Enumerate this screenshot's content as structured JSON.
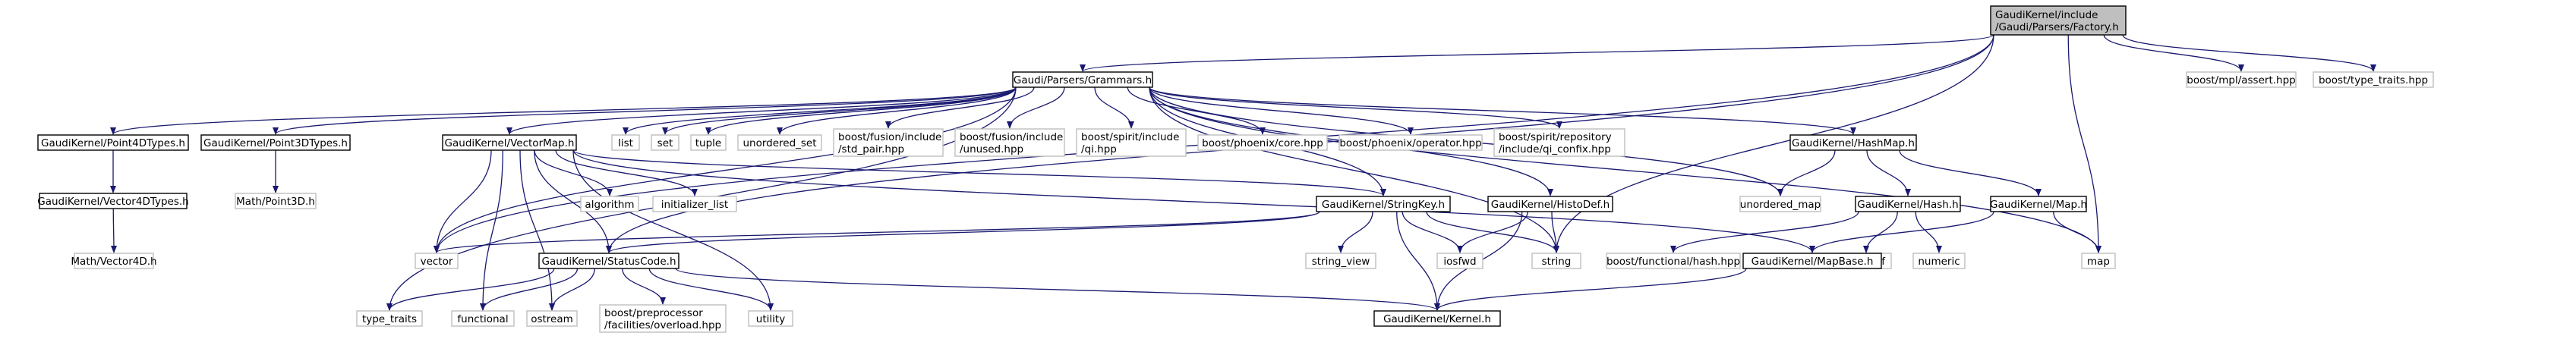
{
  "colors": {
    "edge": "#191970",
    "root_fill": "#bfbfbf",
    "internal_stroke": "#000000",
    "external_stroke": "#bfbfbf",
    "background": "#ffffff"
  },
  "nodes": [
    {
      "id": "factory",
      "kind": "root",
      "lines": [
        "GaudiKernel/include",
        "/Gaudi/Parsers/Factory.h"
      ]
    },
    {
      "id": "grammars",
      "kind": "internal",
      "lines": [
        "Gaudi/Parsers/Grammars.h"
      ]
    },
    {
      "id": "mpl_assert",
      "kind": "external",
      "lines": [
        "boost/mpl/assert.hpp"
      ]
    },
    {
      "id": "type_traits_hpp",
      "kind": "external",
      "lines": [
        "boost/type_traits.hpp"
      ]
    },
    {
      "id": "point4d",
      "kind": "internal",
      "lines": [
        "GaudiKernel/Point4DTypes.h"
      ]
    },
    {
      "id": "vector4d_types",
      "kind": "internal",
      "lines": [
        "GaudiKernel/Vector4DTypes.h"
      ]
    },
    {
      "id": "math_vector4d",
      "kind": "external",
      "lines": [
        "Math/Vector4D.h"
      ]
    },
    {
      "id": "point3d",
      "kind": "internal",
      "lines": [
        "GaudiKernel/Point3DTypes.h"
      ]
    },
    {
      "id": "math_point3d",
      "kind": "external",
      "lines": [
        "Math/Point3D.h"
      ]
    },
    {
      "id": "vectormap",
      "kind": "internal",
      "lines": [
        "GaudiKernel/VectorMap.h"
      ]
    },
    {
      "id": "list",
      "kind": "external",
      "lines": [
        "list"
      ]
    },
    {
      "id": "set",
      "kind": "external",
      "lines": [
        "set"
      ]
    },
    {
      "id": "tuple",
      "kind": "external",
      "lines": [
        "tuple"
      ]
    },
    {
      "id": "unordered_set",
      "kind": "external",
      "lines": [
        "unordered_set"
      ]
    },
    {
      "id": "fusion_pair",
      "kind": "external",
      "lines": [
        "boost/fusion/include",
        "/std_pair.hpp"
      ]
    },
    {
      "id": "fusion_unused",
      "kind": "external",
      "lines": [
        "boost/fusion/include",
        "/unused.hpp"
      ]
    },
    {
      "id": "spirit_qi",
      "kind": "external",
      "lines": [
        "boost/spirit/include",
        "/qi.hpp"
      ]
    },
    {
      "id": "phoenix_core",
      "kind": "external",
      "lines": [
        "boost/phoenix/core.hpp"
      ]
    },
    {
      "id": "phoenix_operator",
      "kind": "external",
      "lines": [
        "boost/phoenix/operator.hpp"
      ]
    },
    {
      "id": "spirit_repo",
      "kind": "external",
      "lines": [
        "boost/spirit/repository",
        "/include/qi_confix.hpp"
      ]
    },
    {
      "id": "hashmap",
      "kind": "internal",
      "lines": [
        "GaudiKernel/HashMap.h"
      ]
    },
    {
      "id": "algorithm",
      "kind": "external",
      "lines": [
        "algorithm"
      ]
    },
    {
      "id": "initializer_list",
      "kind": "external",
      "lines": [
        "initializer_list"
      ]
    },
    {
      "id": "stringkey",
      "kind": "internal",
      "lines": [
        "GaudiKernel/StringKey.h"
      ]
    },
    {
      "id": "histodef",
      "kind": "internal",
      "lines": [
        "GaudiKernel/HistoDef.h"
      ]
    },
    {
      "id": "unordered_map",
      "kind": "external",
      "lines": [
        "unordered_map"
      ]
    },
    {
      "id": "hash",
      "kind": "internal",
      "lines": [
        "GaudiKernel/Hash.h"
      ]
    },
    {
      "id": "gk_map",
      "kind": "internal",
      "lines": [
        "GaudiKernel/Map.h"
      ]
    },
    {
      "id": "vector",
      "kind": "external",
      "lines": [
        "vector"
      ]
    },
    {
      "id": "statuscode",
      "kind": "internal",
      "lines": [
        "GaudiKernel/StatusCode.h"
      ]
    },
    {
      "id": "string_view",
      "kind": "external",
      "lines": [
        "string_view"
      ]
    },
    {
      "id": "iosfwd",
      "kind": "external",
      "lines": [
        "iosfwd"
      ]
    },
    {
      "id": "string",
      "kind": "external",
      "lines": [
        "string"
      ]
    },
    {
      "id": "functional_hash",
      "kind": "external",
      "lines": [
        "boost/functional/hash.hpp"
      ]
    },
    {
      "id": "cstddef",
      "kind": "external",
      "lines": [
        "cstddef"
      ]
    },
    {
      "id": "numeric",
      "kind": "external",
      "lines": [
        "numeric"
      ]
    },
    {
      "id": "mapbase",
      "kind": "internal",
      "lines": [
        "GaudiKernel/MapBase.h"
      ]
    },
    {
      "id": "map",
      "kind": "external",
      "lines": [
        "map"
      ]
    },
    {
      "id": "type_traits",
      "kind": "external",
      "lines": [
        "type_traits"
      ]
    },
    {
      "id": "functional",
      "kind": "external",
      "lines": [
        "functional"
      ]
    },
    {
      "id": "ostream",
      "kind": "external",
      "lines": [
        "ostream"
      ]
    },
    {
      "id": "preprocessor_overload",
      "kind": "external",
      "lines": [
        "boost/preprocessor",
        "/facilities/overload.hpp"
      ]
    },
    {
      "id": "utility",
      "kind": "external",
      "lines": [
        "utility"
      ]
    },
    {
      "id": "kernel",
      "kind": "internal",
      "lines": [
        "GaudiKernel/Kernel.h"
      ]
    }
  ],
  "edges": [
    [
      "factory",
      "grammars"
    ],
    [
      "factory",
      "mpl_assert"
    ],
    [
      "factory",
      "type_traits_hpp"
    ],
    [
      "factory",
      "vector"
    ],
    [
      "factory",
      "statuscode"
    ],
    [
      "factory",
      "string"
    ],
    [
      "factory",
      "map"
    ],
    [
      "grammars",
      "point4d"
    ],
    [
      "grammars",
      "point3d"
    ],
    [
      "grammars",
      "vectormap"
    ],
    [
      "grammars",
      "list"
    ],
    [
      "grammars",
      "set"
    ],
    [
      "grammars",
      "tuple"
    ],
    [
      "grammars",
      "unordered_set"
    ],
    [
      "grammars",
      "fusion_pair"
    ],
    [
      "grammars",
      "fusion_unused"
    ],
    [
      "grammars",
      "spirit_qi"
    ],
    [
      "grammars",
      "phoenix_core"
    ],
    [
      "grammars",
      "phoenix_operator"
    ],
    [
      "grammars",
      "spirit_repo"
    ],
    [
      "grammars",
      "hashmap"
    ],
    [
      "grammars",
      "stringkey"
    ],
    [
      "grammars",
      "histodef"
    ],
    [
      "grammars",
      "unordered_map"
    ],
    [
      "grammars",
      "vector"
    ],
    [
      "grammars",
      "string"
    ],
    [
      "grammars",
      "map"
    ],
    [
      "grammars",
      "type_traits"
    ],
    [
      "point4d",
      "vector4d_types"
    ],
    [
      "vector4d_types",
      "math_vector4d"
    ],
    [
      "point3d",
      "math_point3d"
    ],
    [
      "vectormap",
      "algorithm"
    ],
    [
      "vectormap",
      "initializer_list"
    ],
    [
      "vectormap",
      "stringkey"
    ],
    [
      "vectormap",
      "mapbase"
    ],
    [
      "vectormap",
      "vector"
    ],
    [
      "vectormap",
      "statuscode"
    ],
    [
      "vectormap",
      "functional"
    ],
    [
      "vectormap",
      "ostream"
    ],
    [
      "vectormap",
      "utility"
    ],
    [
      "hashmap",
      "unordered_map"
    ],
    [
      "hashmap",
      "hash"
    ],
    [
      "hashmap",
      "gk_map"
    ],
    [
      "stringkey",
      "vector"
    ],
    [
      "stringkey",
      "statuscode"
    ],
    [
      "stringkey",
      "string_view"
    ],
    [
      "stringkey",
      "iosfwd"
    ],
    [
      "stringkey",
      "string"
    ],
    [
      "stringkey",
      "kernel"
    ],
    [
      "histodef",
      "iosfwd"
    ],
    [
      "histodef",
      "string"
    ],
    [
      "histodef",
      "kernel"
    ],
    [
      "hash",
      "functional_hash"
    ],
    [
      "hash",
      "cstddef"
    ],
    [
      "hash",
      "numeric"
    ],
    [
      "gk_map",
      "mapbase"
    ],
    [
      "gk_map",
      "map"
    ],
    [
      "mapbase",
      "kernel"
    ],
    [
      "statuscode",
      "type_traits"
    ],
    [
      "statuscode",
      "functional"
    ],
    [
      "statuscode",
      "ostream"
    ],
    [
      "statuscode",
      "preprocessor_overload"
    ],
    [
      "statuscode",
      "utility"
    ],
    [
      "statuscode",
      "kernel"
    ]
  ]
}
